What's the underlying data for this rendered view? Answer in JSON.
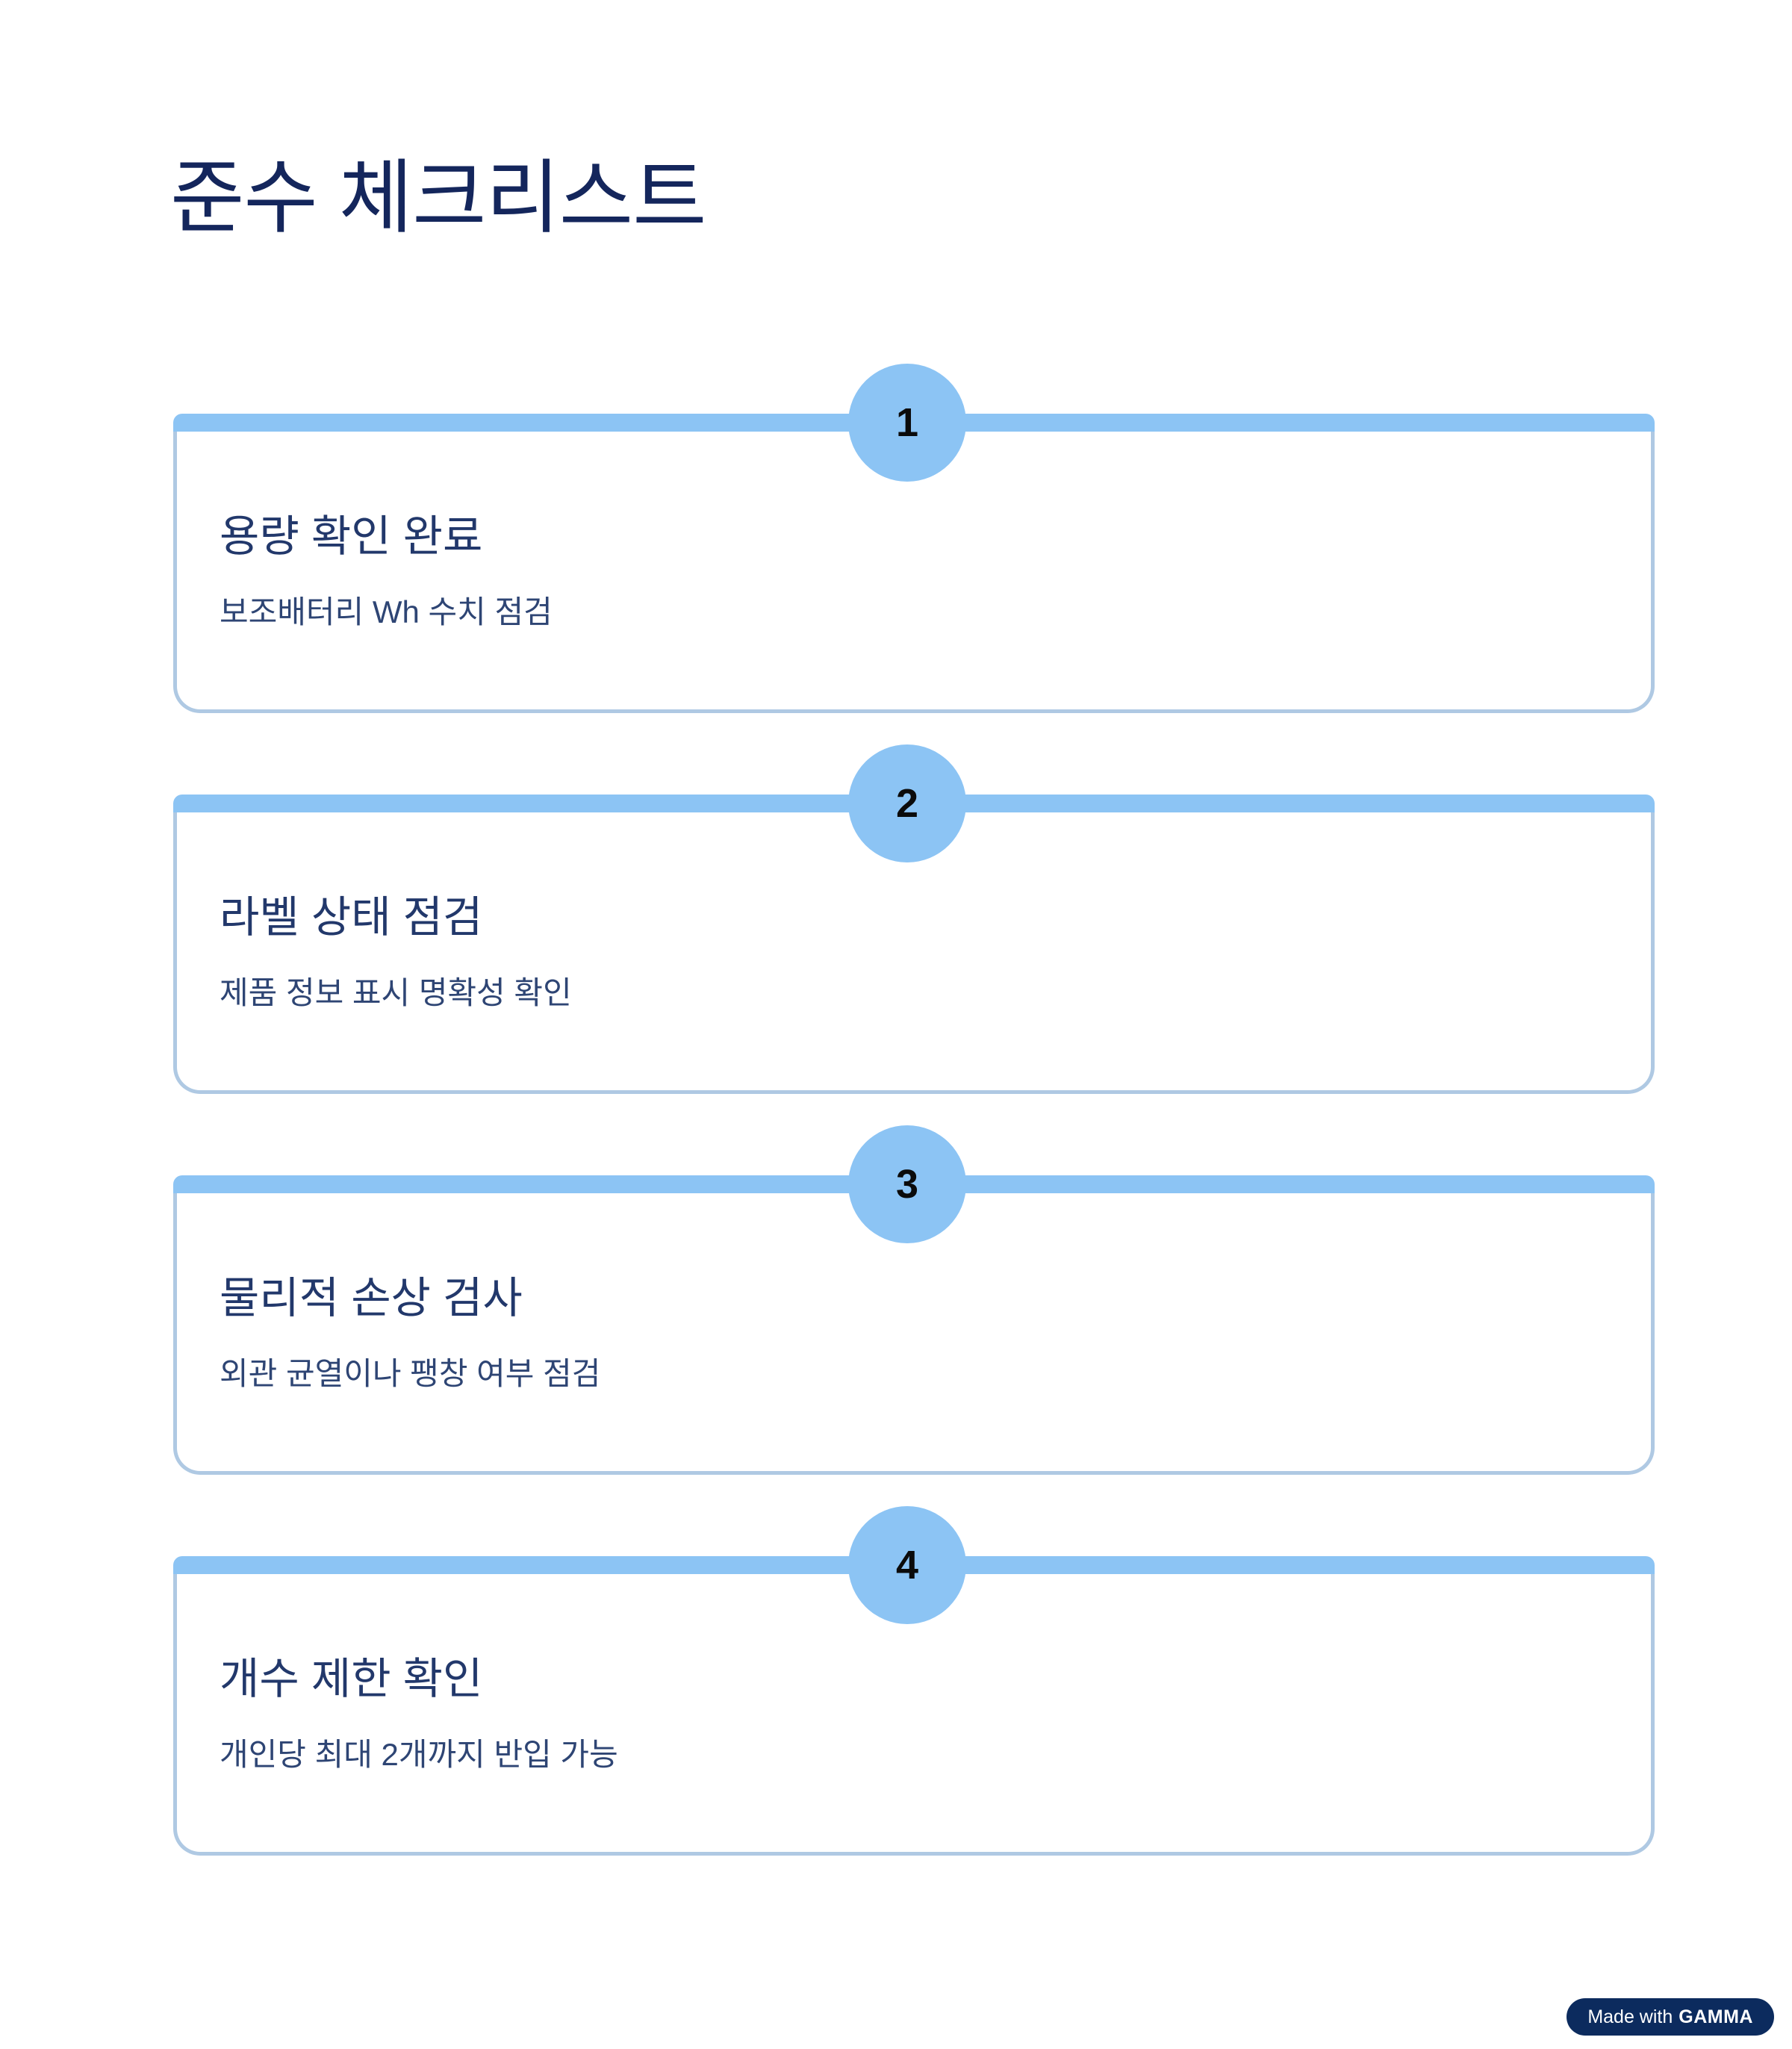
{
  "slide": {
    "title": "준수 체크리스트",
    "background_color": "#FFFFFF",
    "title_color": "#14265C",
    "accent_color": "#8CC4F4",
    "card_border_color": "#AFC9E3"
  },
  "checklist": {
    "items": [
      {
        "number": "1",
        "title": "용량 확인 완료",
        "subtitle": "보조배터리 Wh 수치 점검"
      },
      {
        "number": "2",
        "title": "라벨 상태 점검",
        "subtitle": "제품 정보 표시 명확성 확인"
      },
      {
        "number": "3",
        "title": "물리적 손상 검사",
        "subtitle": "외관 균열이나 팽창 여부 점검"
      },
      {
        "number": "4",
        "title": "개수 제한 확인",
        "subtitle": "개인당 최대 2개까지 반입 가능"
      }
    ]
  },
  "footer": {
    "made_with": "Made with",
    "brand": "GAMMA",
    "badge_color": "#0C2B5E"
  }
}
